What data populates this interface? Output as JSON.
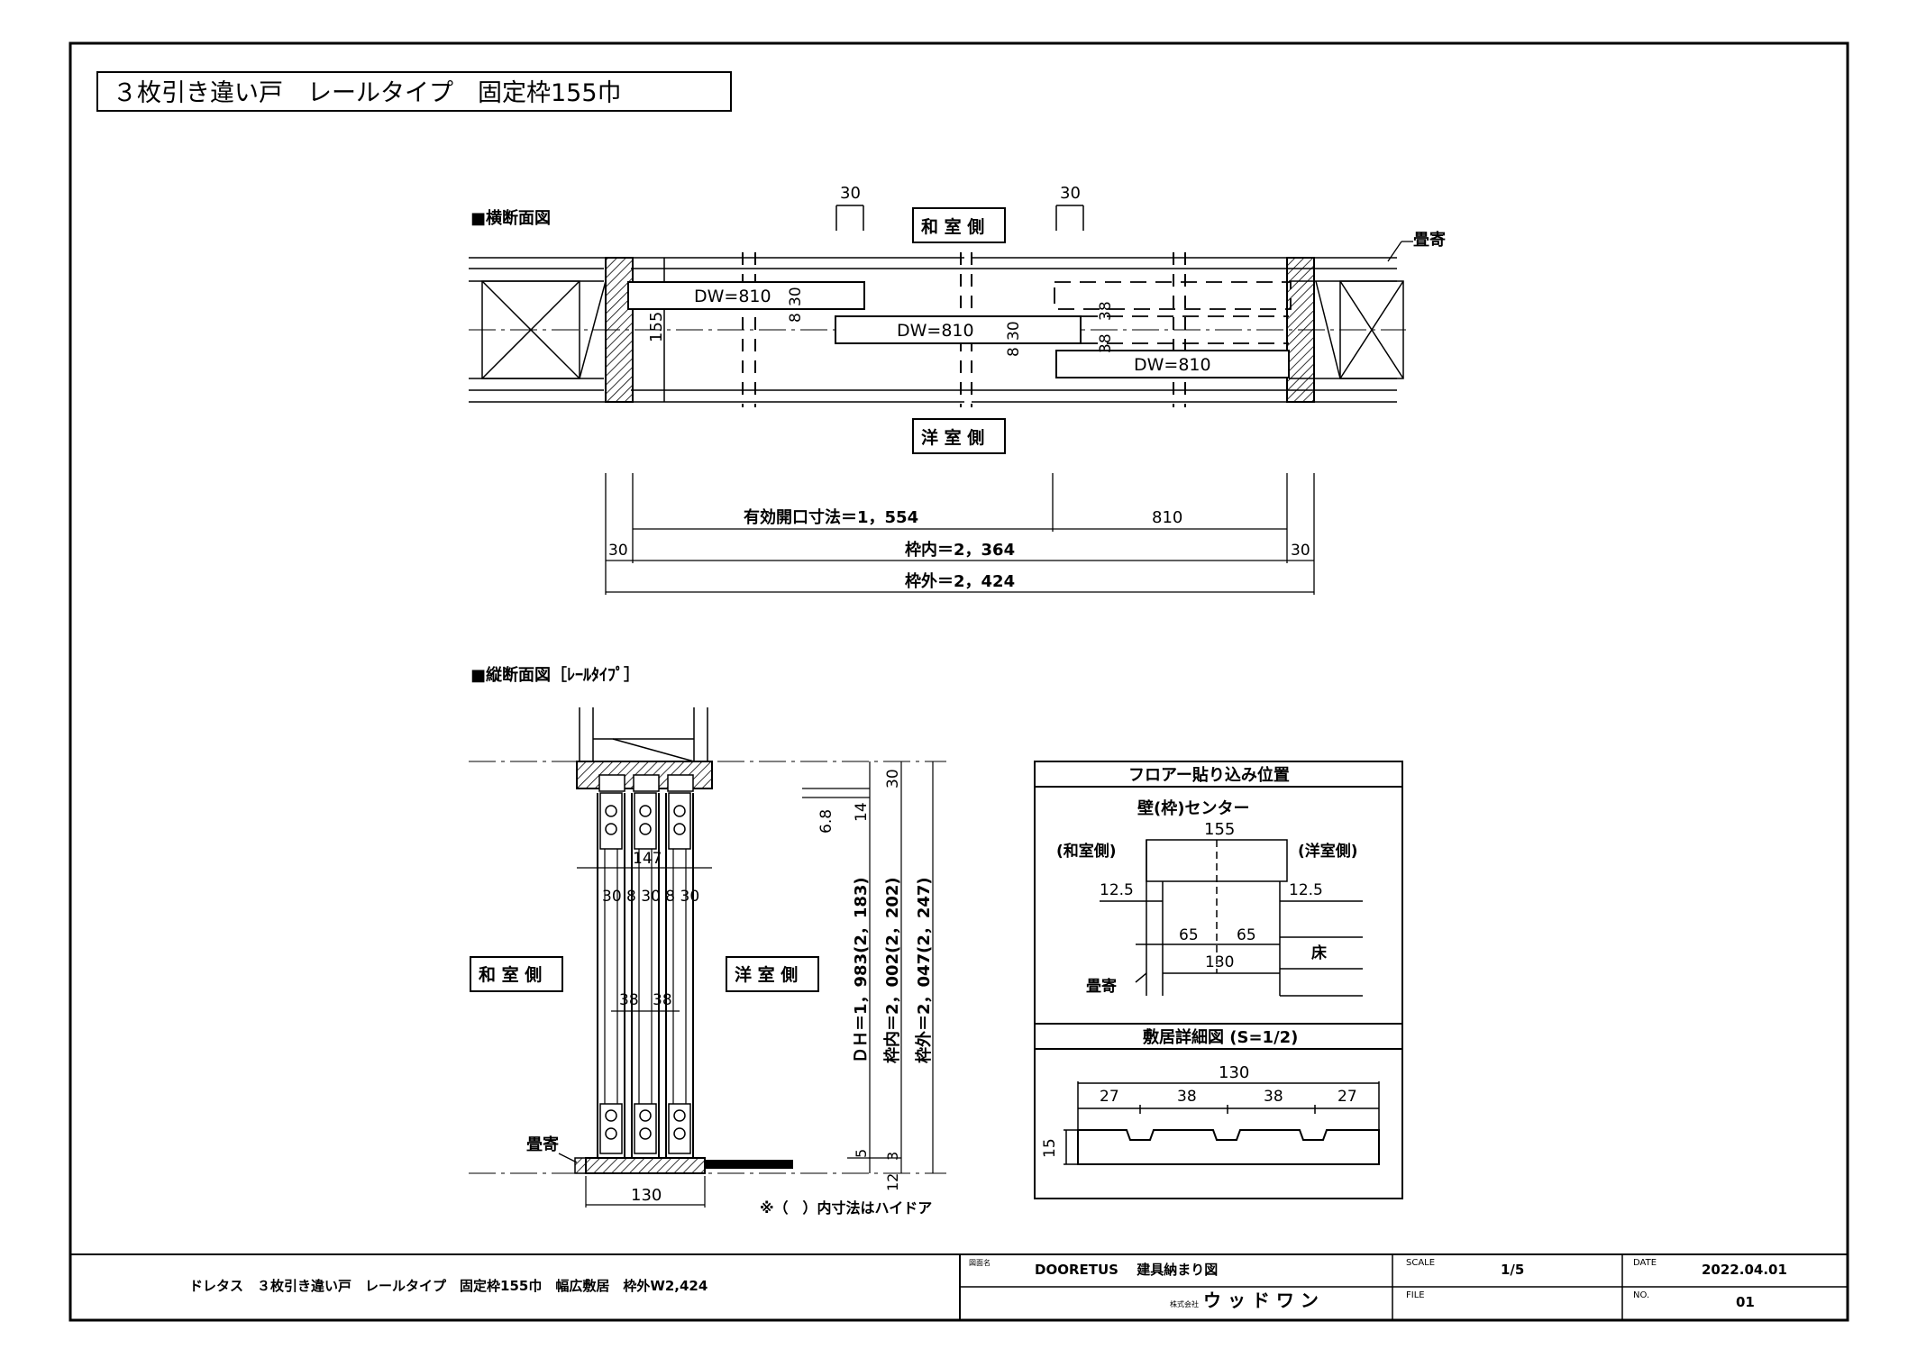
{
  "title": "３枚引き違い戸　レールタイプ　固定枠155巾",
  "plan": {
    "heading": "■横断面図",
    "room_japanese": "和 室 側",
    "room_western": "洋 室 側",
    "top_dim_left": "30",
    "top_dim_right": "30",
    "tatami_label": "畳寄",
    "frame_depth": "155",
    "door1": "DW=810",
    "door2": "DW=810",
    "door3": "DW=810",
    "d_30a": "30",
    "d_8a": "8",
    "d_30b": "30",
    "d_8b": "8",
    "d_38a": "38",
    "d_38b": "38",
    "dim_effective": "有効開口寸法＝1，554",
    "dim_810": "810",
    "dim_inner": "枠内＝2，364",
    "dim_outer": "枠外＝2，424",
    "dim_side_left": "30",
    "dim_side_right": "30"
  },
  "section": {
    "heading": "■縦断面図［ﾚｰﾙﾀｲﾌﾟ］",
    "room_japanese": "和 室 側",
    "room_western": "洋 室 側",
    "w147": "147",
    "w_breakdown": "30 8 30 8 30",
    "w38a": "38",
    "w38b": "38",
    "w130": "130",
    "tatami_label": "畳寄",
    "d30": "30",
    "d14": "14",
    "d68": "6.8",
    "d5": "5",
    "d3": "3",
    "d12": "12",
    "dh": "ＤＨ＝1，983(2，183)",
    "inner": "枠内＝2，002(2，202)",
    "outer": "枠外＝2，047(2，247)",
    "note": "※（　）内寸法はハイドア"
  },
  "floor_box": {
    "title": "フロアー貼り込み位置",
    "wall_center": "壁(枠)センター",
    "w155": "155",
    "left_room": "(和室側)",
    "right_room": "(洋室側)",
    "d125_left": "12.5",
    "d125_right": "12.5",
    "d65a": "65",
    "d65b": "65",
    "d130": "130",
    "floor": "床",
    "tatami_label": "畳寄"
  },
  "sill_box": {
    "title": "敷居詳細図 (S=1/2)",
    "w130": "130",
    "w27a": "27",
    "w38a": "38",
    "w38b": "38",
    "w27b": "27",
    "h15": "15"
  },
  "title_block": {
    "description": "ドレタス　３枚引き違い戸　レールタイプ　固定枠155巾　幅広敷居　枠外W2,424",
    "drawing_name_label": "図面名",
    "drawing_name": "DOORETUS　 建具納まり図",
    "company_prefix": "株式会社",
    "company": "ウ ッ ド ワ ン",
    "scale_label": "SCALE",
    "scale": "1/5",
    "file_label": "FILE",
    "date_label": "DATE",
    "date": "2022.04.01",
    "no_label": "NO.",
    "no": "01"
  }
}
